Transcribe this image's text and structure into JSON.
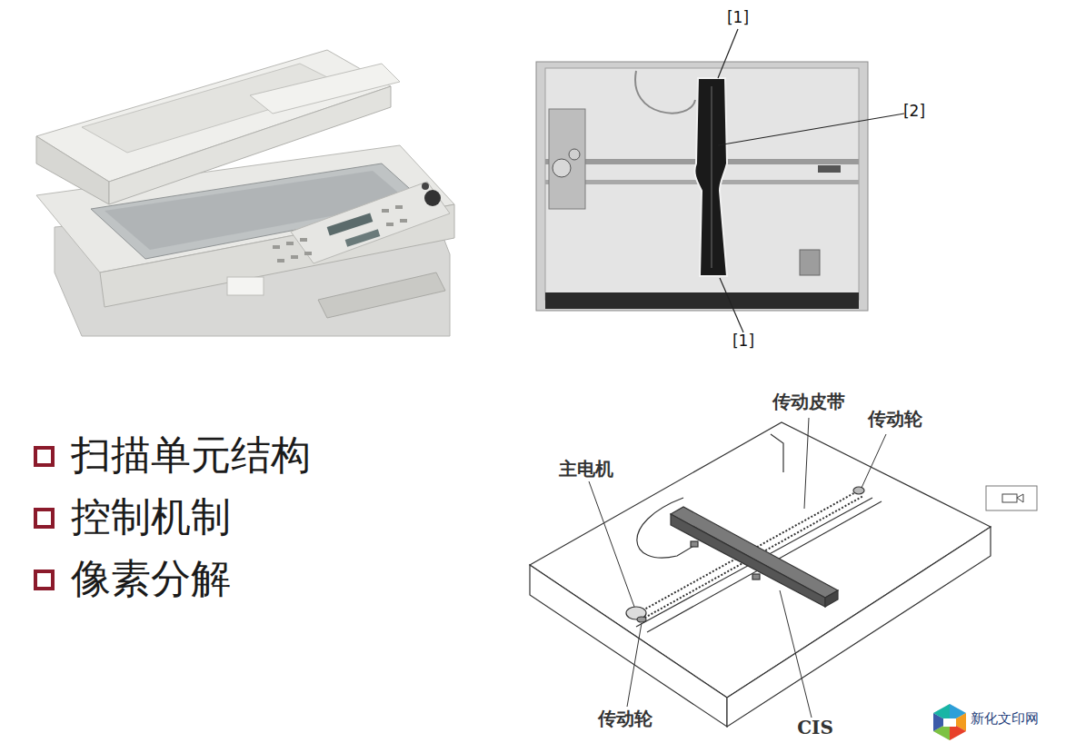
{
  "diagram": {
    "labels": [
      "[1]",
      "[2]",
      "[1]",
      "扫描单元结构",
      "控制机制",
      "像素分解",
      "传动皮带",
      "传动轮",
      "主电机",
      "传动轮",
      "CIS",
      "新化文印网"
    ]
  }
}
